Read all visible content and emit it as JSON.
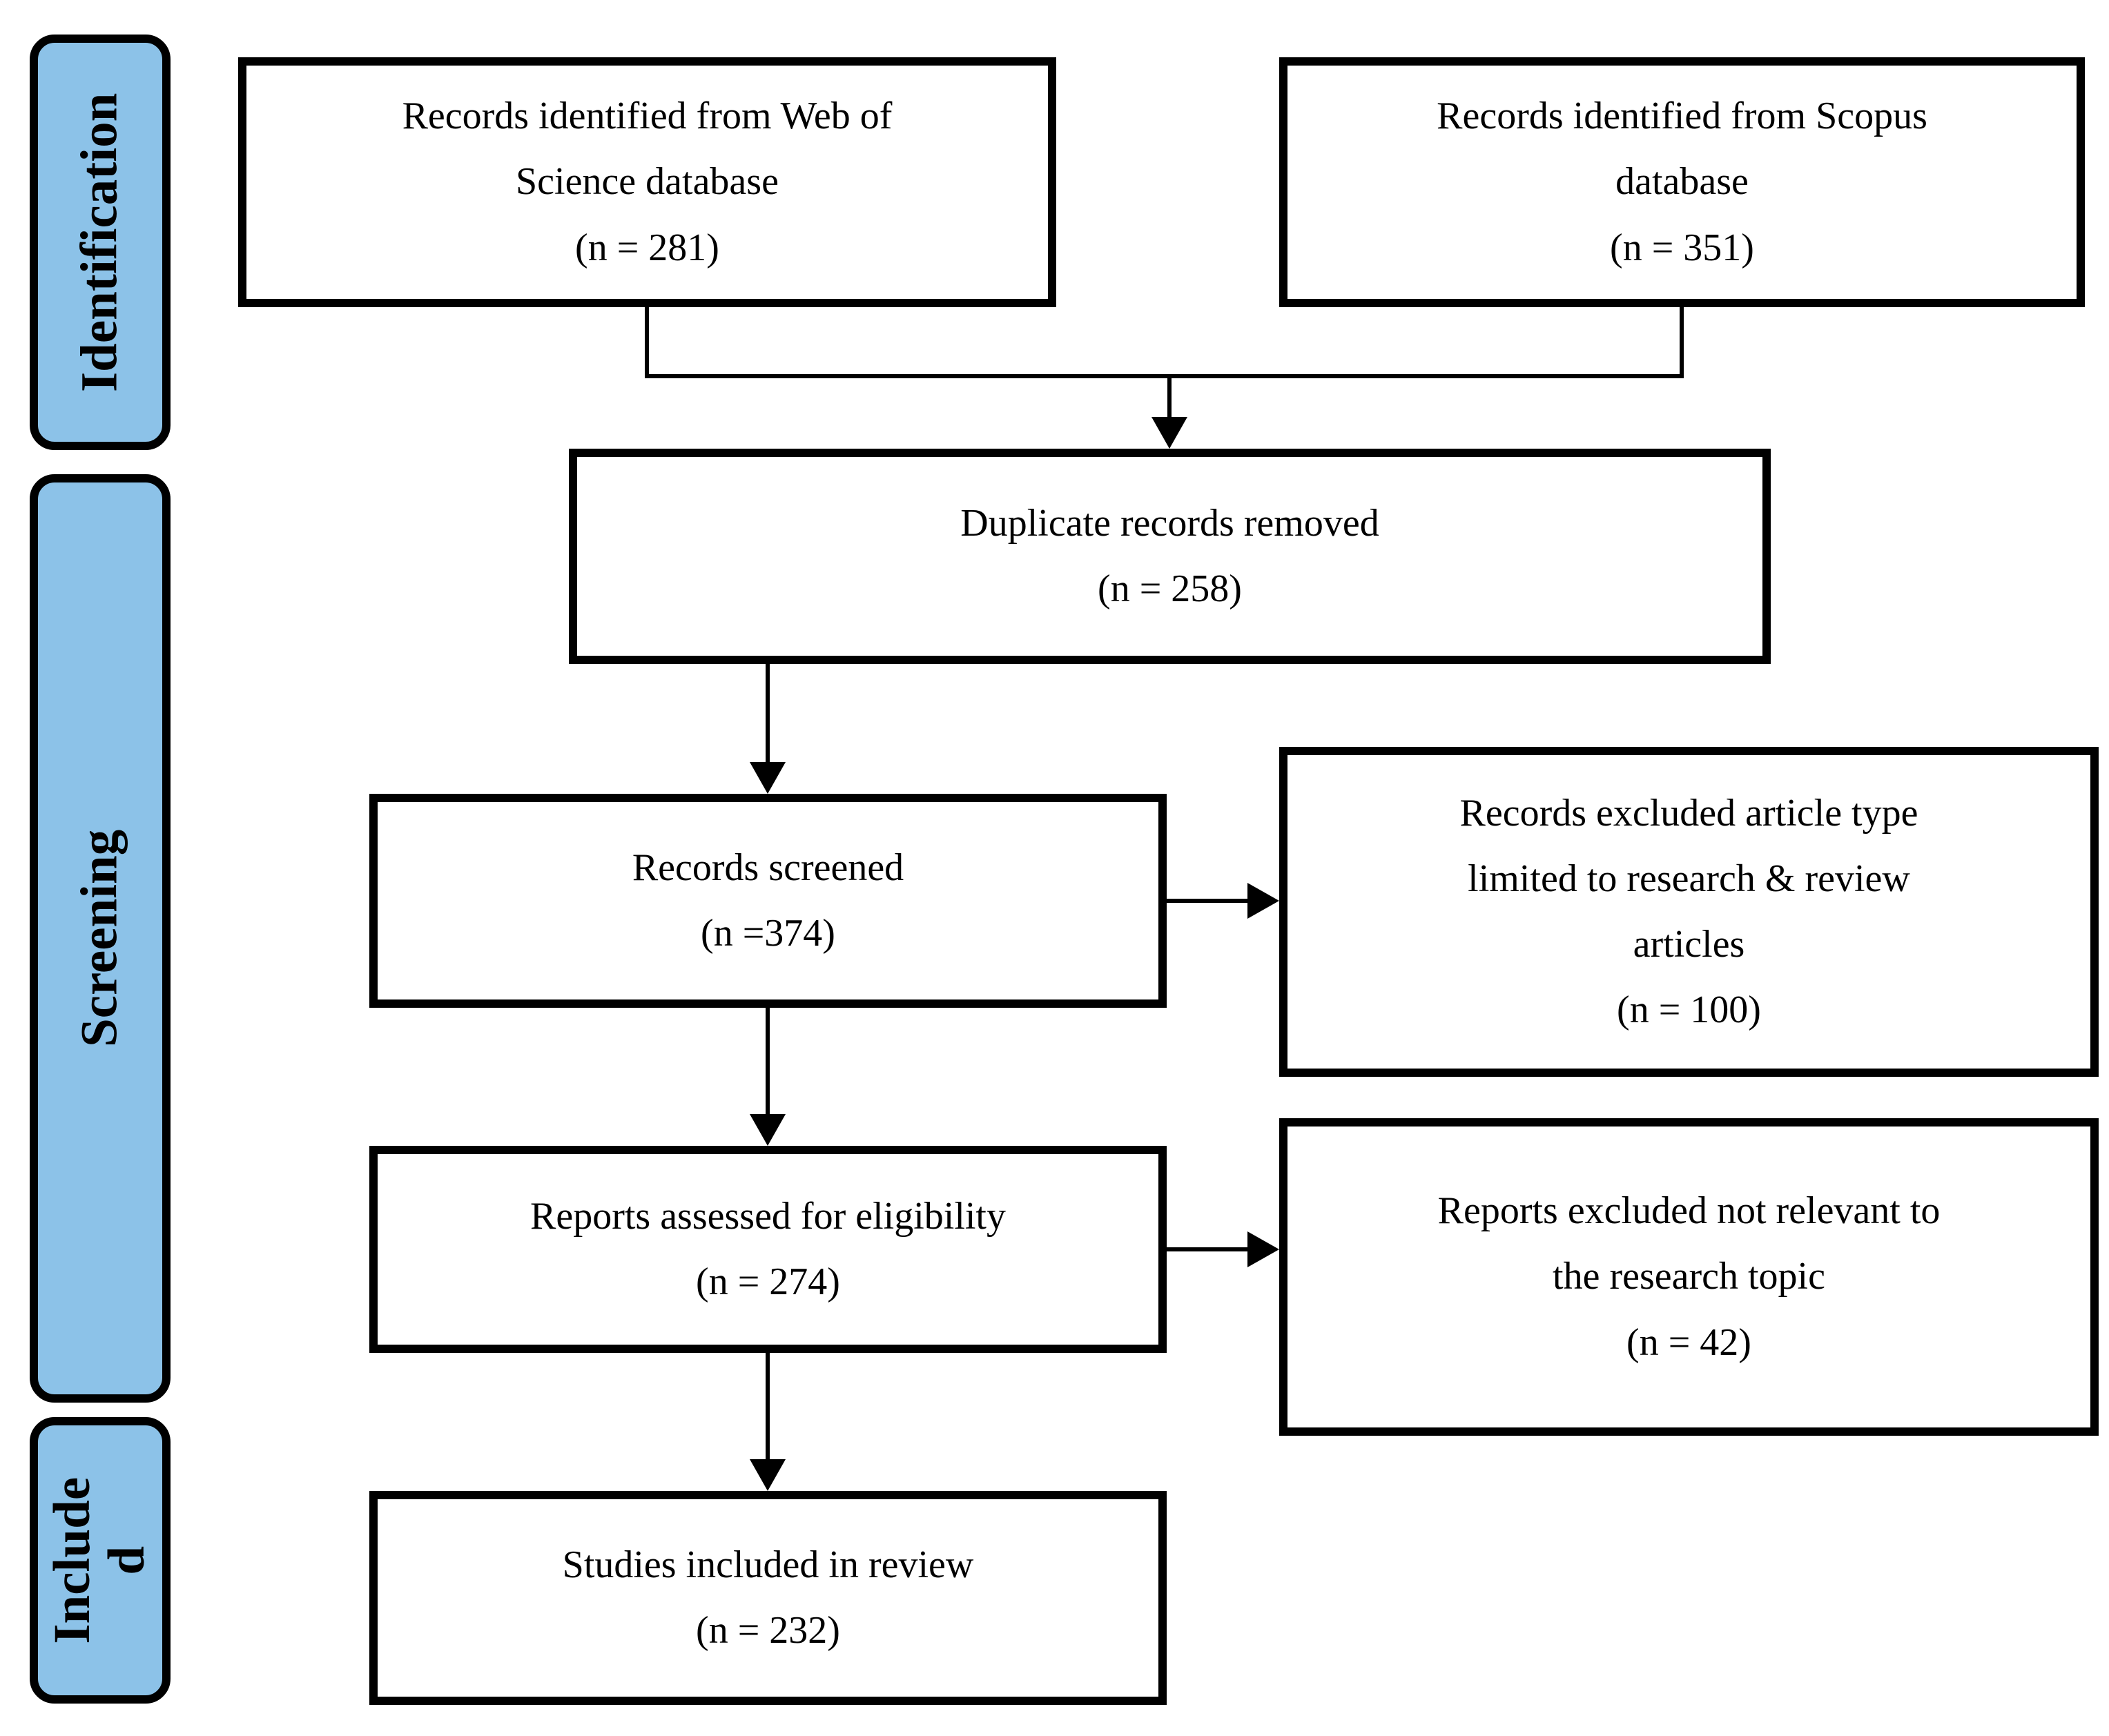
{
  "diagram": {
    "stages": [
      {
        "id": "identification",
        "label": "Identification"
      },
      {
        "id": "screening",
        "label": "Screening"
      },
      {
        "id": "included",
        "label": "Include\nd"
      }
    ],
    "nodes": {
      "wos": {
        "label": "Records identified from Web of\nScience database",
        "count": "(n = 281)"
      },
      "scopus": {
        "label": "Records identified from Scopus\ndatabase",
        "count": "(n = 351)"
      },
      "duplicates": {
        "label": "Duplicate records removed",
        "count": "(n = 258)"
      },
      "screened": {
        "label": "Records screened",
        "count": "(n =374)"
      },
      "excluded_article_type": {
        "label": "Records excluded article type\nlimited to research & review\narticles",
        "count": "(n = 100)"
      },
      "assessed": {
        "label": "Reports assessed for eligibility",
        "count": "(n = 274)"
      },
      "excluded_not_relevant": {
        "label": "Reports excluded not relevant to\nthe research topic",
        "count": "(n = 42)"
      },
      "included_studies": {
        "label": "Studies included in review",
        "count": "(n = 232)"
      }
    },
    "colors": {
      "stage_fill": "#8CC2E8",
      "stroke": "#000000",
      "node_fill": "#FFFFFF"
    }
  }
}
